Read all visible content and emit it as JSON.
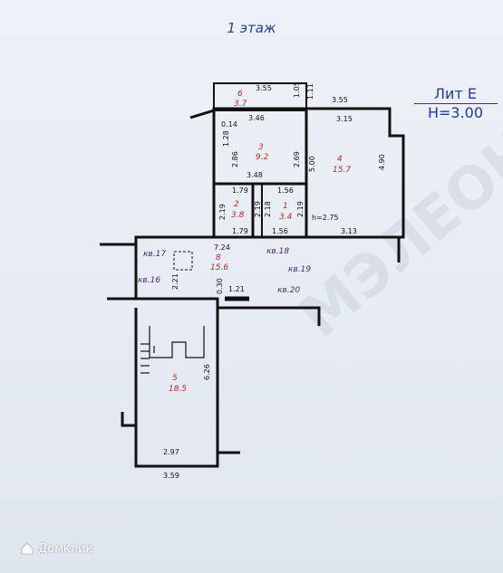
{
  "title": "1 этаж",
  "lit": {
    "label": "Лит Е",
    "height": "H=3.00"
  },
  "watermark": "МЭЛЕОН",
  "brand": "Домклик",
  "rooms": [
    {
      "id": "6",
      "area": "3.7"
    },
    {
      "id": "3",
      "area": "9.2"
    },
    {
      "id": "4",
      "area": "15.7"
    },
    {
      "id": "2",
      "area": "3.8"
    },
    {
      "id": "1",
      "area": "3.4"
    },
    {
      "id": "8",
      "area": "15.6"
    },
    {
      "id": "5",
      "area": "18.5"
    }
  ],
  "apartments": [
    "кв.17",
    "кв.16",
    "кв.18",
    "кв.19",
    "кв.20"
  ],
  "dims": {
    "d355a": "3.55",
    "d105": "1.05",
    "d111": "1.11",
    "d346": "3.46",
    "d355b": "3.55",
    "d315": "3.15",
    "d014": "0.14",
    "d128": "1.28",
    "d286": "2.86",
    "d269": "2.69",
    "d500": "5.00",
    "d490": "4.90",
    "d348": "3.48",
    "d179a": "1.79",
    "d156a": "1.56",
    "d219a": "2.19",
    "d219b": "2.19",
    "d218": "2.18",
    "d219c": "2.19",
    "h275": "h=2.75",
    "d179b": "1.79",
    "d156b": "1.56",
    "d313": "3.13",
    "d724": "7.24",
    "d221": "2.21",
    "d030": "0.30",
    "d121": "1.21",
    "d626": "6.26",
    "d297": "2.97",
    "d359": "3.59"
  }
}
